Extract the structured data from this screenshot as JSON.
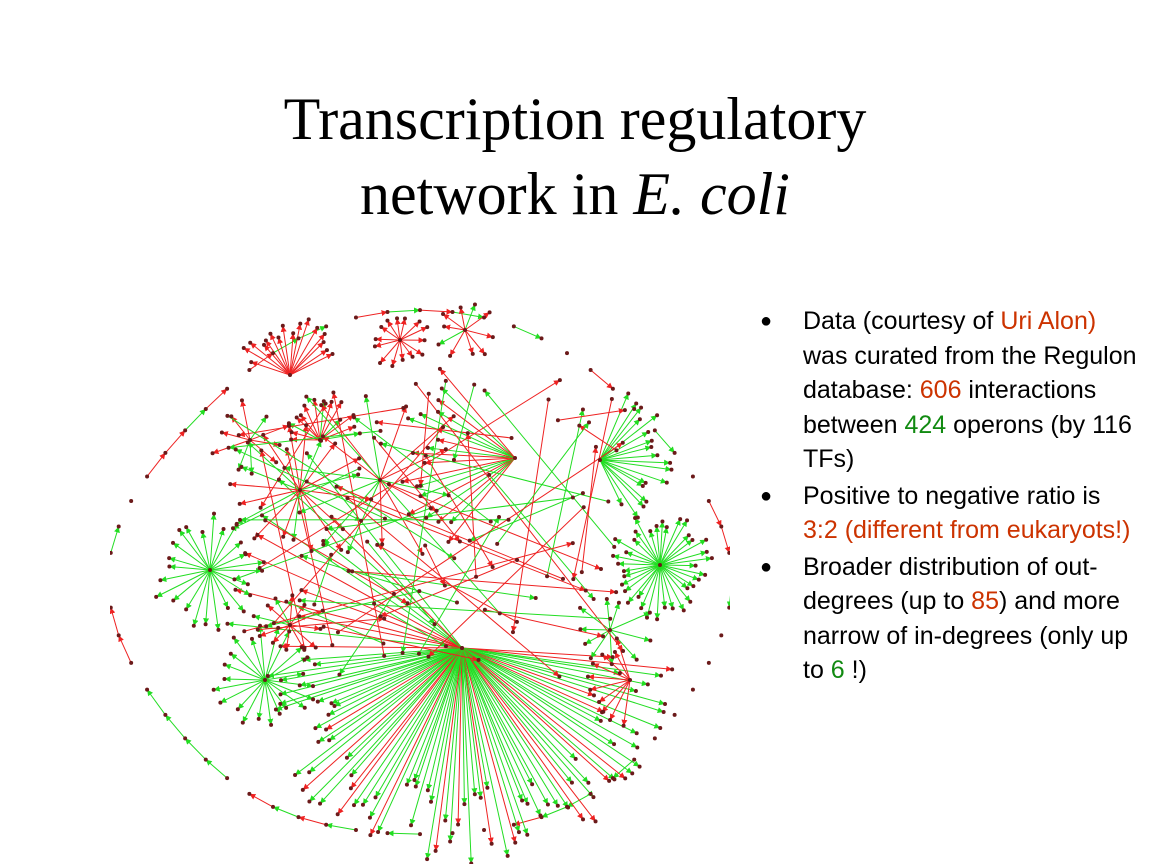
{
  "title": {
    "line1": "Transcription regulatory",
    "line2_prefix": "network in ",
    "line2_italic": "E. coli"
  },
  "bullets": [
    {
      "parts": [
        " Data (courtesy of ",
        "Uri Alon)",
        " was curated from the Regulon database: ",
        "606",
        " interactions between ",
        "424",
        " operons (by 116 TFs)"
      ]
    },
    {
      "parts": [
        "Positive to negative ratio is ",
        "3:2 (different from eukaryots!)"
      ]
    },
    {
      "parts": [
        "Broader distribution of out-degrees (up to ",
        "85",
        ") and more narrow of in-degrees (only up to ",
        "6",
        " !)"
      ]
    }
  ],
  "colors": {
    "positive": "#22dd22",
    "negative": "#ee2222",
    "node": "#6b1a1a",
    "highlight_red": "#cc3300",
    "highlight_green": "#118a11"
  }
}
